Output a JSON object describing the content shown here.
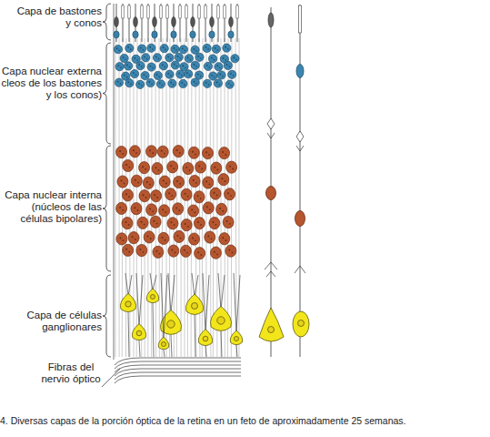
{
  "diagram": {
    "caption": "4. Diversas capas de la porción óptica de la retina en un feto de aproximadamente 25 semanas.",
    "labels": [
      "Capa de bastones y conos",
      "Capa nuclear externa cleos de los bastones y los conos)",
      "Capa nuclear interna (núcleos de las células bipolares)",
      "Capa de células ganglionares",
      "Fibras del nervio óptico"
    ]
  }
}
